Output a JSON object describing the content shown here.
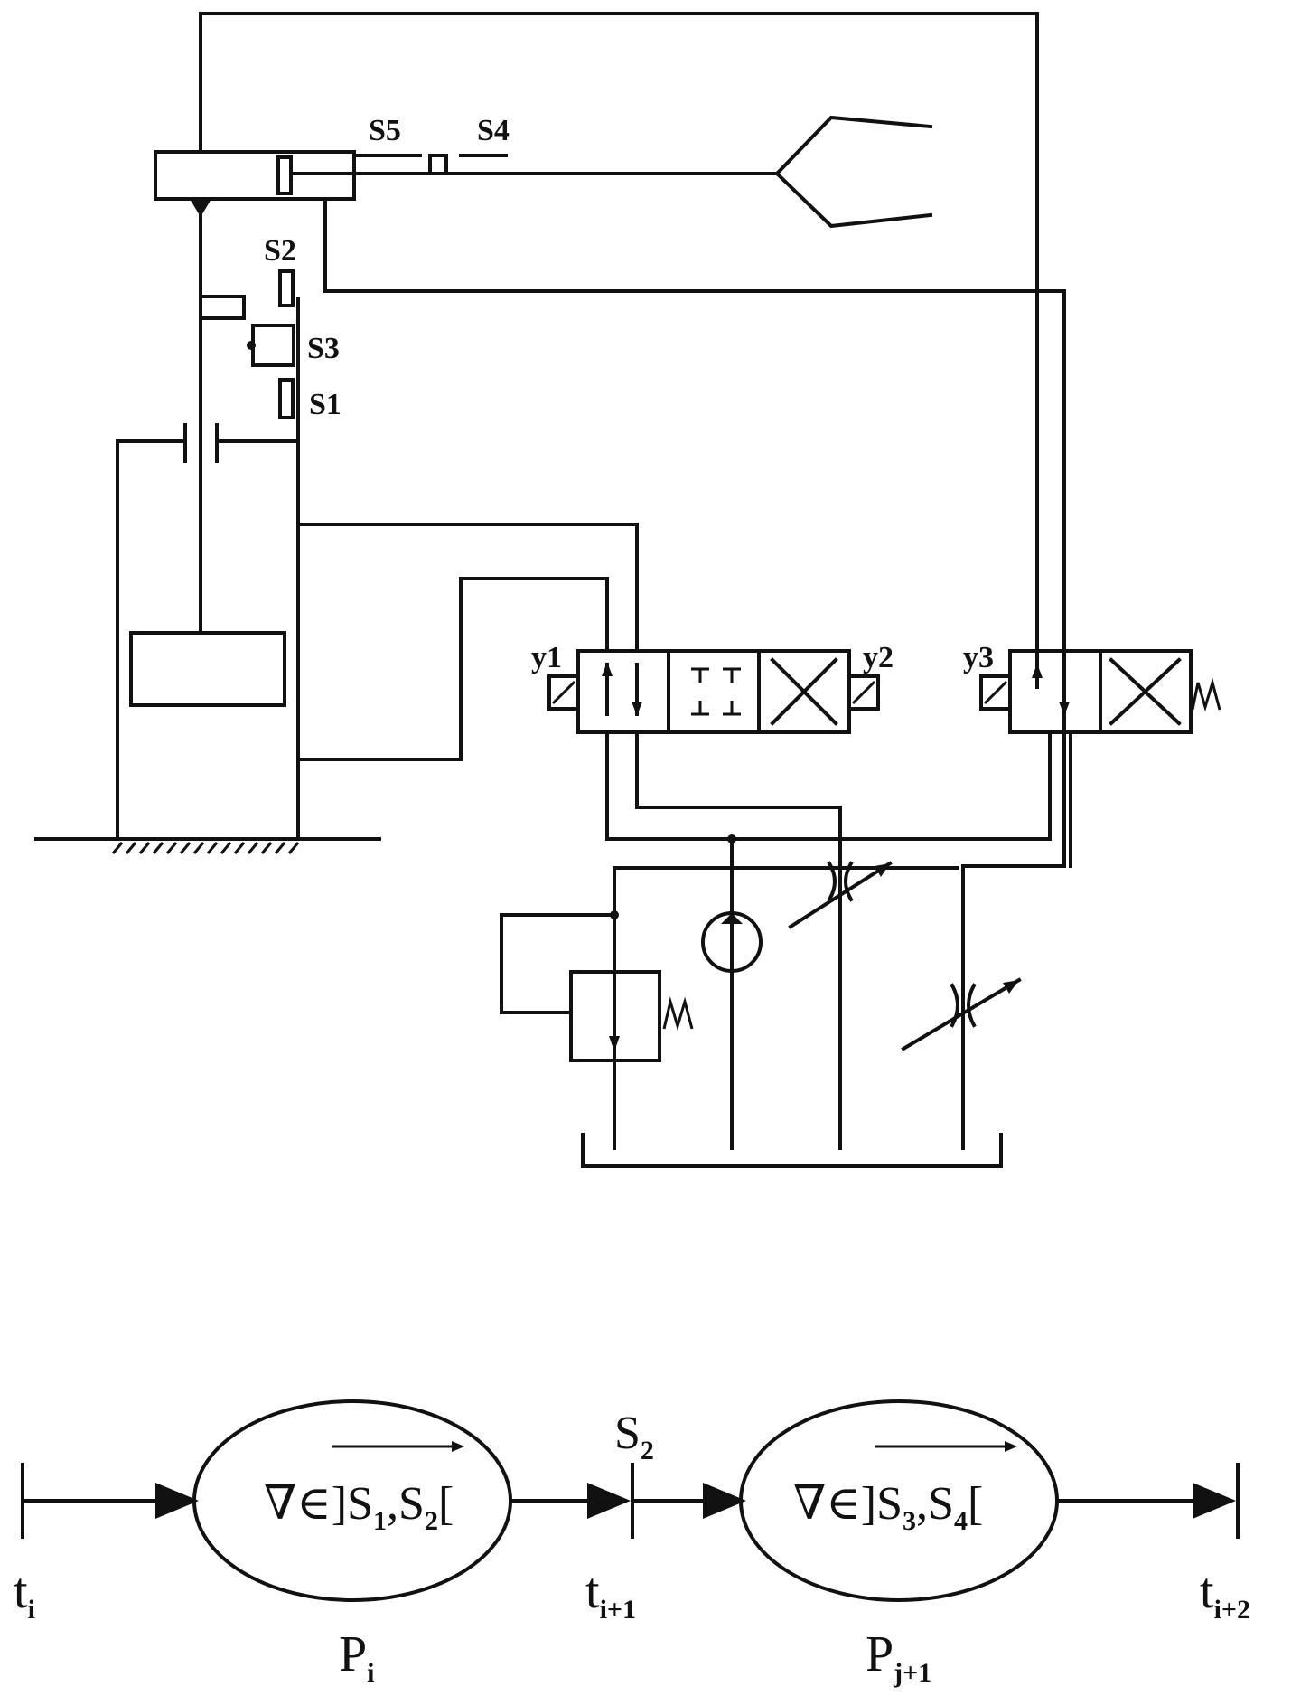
{
  "circuit": {
    "sensors": {
      "s1": "S1",
      "s2": "S2",
      "s3": "S3",
      "s4": "S4",
      "s5": "S5"
    },
    "solenoids": {
      "y1": "y1",
      "y2": "y2",
      "y3": "y3"
    }
  },
  "petri": {
    "transitions": [
      {
        "base": "t",
        "sub": "i"
      },
      {
        "base": "t",
        "sub": "i+1"
      },
      {
        "base": "t",
        "sub": "i+2"
      }
    ],
    "transition_label": {
      "base": "S",
      "sub": "2"
    },
    "places": [
      {
        "prefix": "∇∈]",
        "s_a": "S",
        "s_a_sub": "1",
        "s_b": "S",
        "s_b_sub": "2",
        "suffix": "[",
        "label_base": "P",
        "label_sub": "i"
      },
      {
        "prefix": "∇∈]",
        "s_a": "S",
        "s_a_sub": "3",
        "s_b": "S",
        "s_b_sub": "4",
        "suffix": "[",
        "label_base": "P",
        "label_sub": "j+1"
      }
    ]
  }
}
